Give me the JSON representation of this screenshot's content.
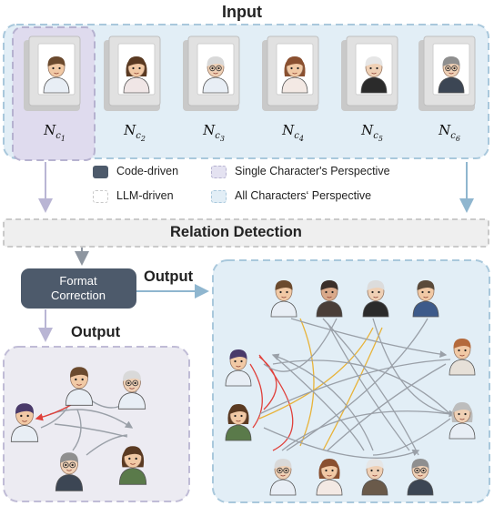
{
  "input_title": "Input",
  "books": [
    {
      "base": "N",
      "sub": "c",
      "num": "1"
    },
    {
      "base": "N",
      "sub": "c",
      "num": "2"
    },
    {
      "base": "N",
      "sub": "c",
      "num": "3"
    },
    {
      "base": "N",
      "sub": "c",
      "num": "4"
    },
    {
      "base": "N",
      "sub": "c",
      "num": "5"
    },
    {
      "base": "N",
      "sub": "c",
      "num": "6"
    }
  ],
  "legend": {
    "code_driven": "Code-driven",
    "llm_driven": "LLM-driven",
    "single_perspective": "Single Character's Perspective",
    "all_perspective": "All Characters‘ Perspective"
  },
  "relation_detection": "Relation Detection",
  "format_correction": "Format Correction",
  "output_left": "Output",
  "output_right": "Output",
  "colors": {
    "code_driven_fill": "#4d5a6b",
    "single_fill": "#e4e2f1",
    "single_border": "#b6b2d0",
    "all_fill": "#e2eef6",
    "all_border": "#a9c8dc",
    "relation_fill": "#efefef",
    "red_edge": "#e0413c",
    "yellow_edge": "#e8b339",
    "gray_edge": "#9aa0a8"
  }
}
